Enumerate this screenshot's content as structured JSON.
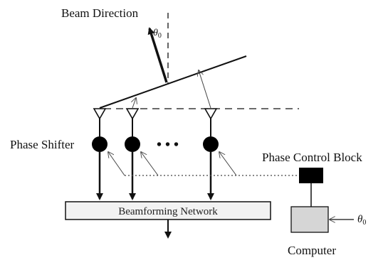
{
  "labels": {
    "beam_direction": "Beam Direction",
    "theta_beam": "θ",
    "theta_beam_sub": "0",
    "phase_shifter": "Phase Shifter",
    "ellipsis": "• • •",
    "phase_control_block": "Phase Control Block",
    "beamforming_network": "Beamforming Network",
    "theta_input": "θ",
    "theta_input_sub": "0",
    "computer": "Computer"
  },
  "colors": {
    "line": "#111111",
    "dotted": "#555555",
    "network_fill": "#f2f2f2",
    "computer_fill": "#d6d6d6",
    "control_block_fill": "#000000",
    "arrow_gray": "#666666"
  }
}
